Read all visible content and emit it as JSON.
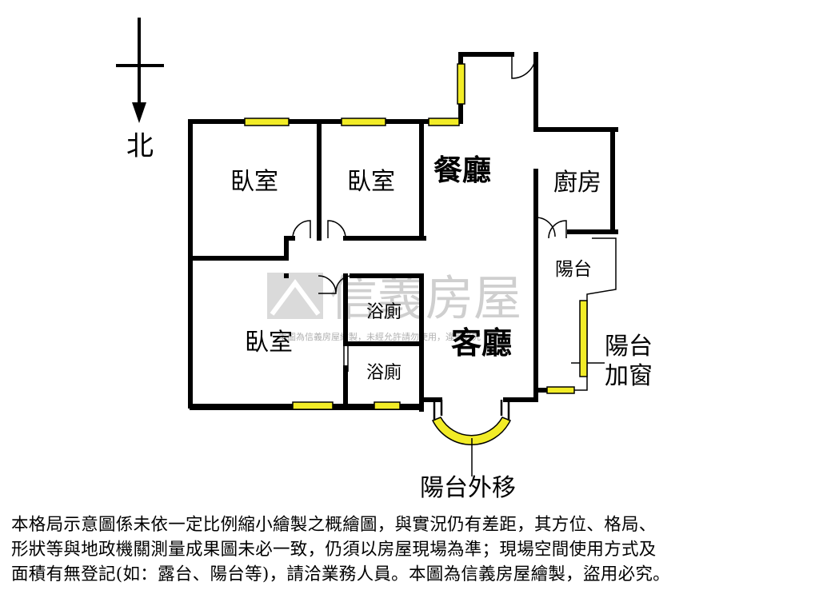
{
  "compass": {
    "north_label": "北"
  },
  "rooms": {
    "bedroom_nw": "臥室",
    "bedroom_n": "臥室",
    "bedroom_sw": "臥室",
    "dining": "餐廳",
    "kitchen": "廚房",
    "balcony": "陽台",
    "bathroom_upper": "浴廁",
    "bathroom_lower": "浴廁",
    "living": "客廳"
  },
  "annotations": {
    "balcony_window_line1": "陽台",
    "balcony_window_line2": "加窗",
    "balcony_moved_out": "陽台外移"
  },
  "watermark": {
    "brand": "信義房屋",
    "small_text": "本圖為信義房屋繪製，未經允許請勿使用，違者必究"
  },
  "disclaimer": {
    "line1": "本格局示意圖係未依一定比例縮小繪製之概繪圖，與實況仍有差距，其方位、格局、",
    "line2": "形狀等與地政機關測量成果圖未必一致，仍須以房屋現場為準；現場空間使用方式及",
    "line3": "面積有無登記(如：露台、陽台等)，請洽業務人員。本圖為信義房屋繪製，盜用必究。"
  },
  "colors": {
    "wall": "#000000",
    "window": "#f2ec27",
    "watermark": "#cfcfcf"
  }
}
